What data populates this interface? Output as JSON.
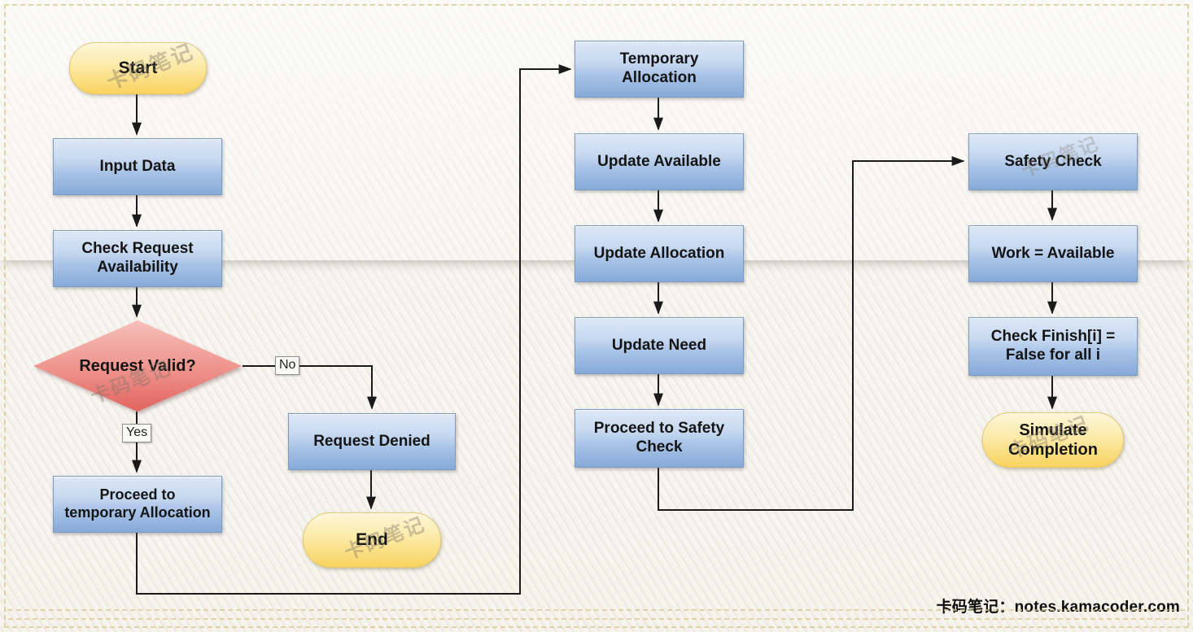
{
  "nodes": {
    "start": {
      "label": "Start",
      "type": "terminal"
    },
    "input_data": {
      "label": "Input Data",
      "type": "process"
    },
    "check_request": {
      "label": "Check Request\nAvailability",
      "type": "process"
    },
    "request_valid": {
      "label": "Request Valid?",
      "type": "decision"
    },
    "request_denied": {
      "label": "Request Denied",
      "type": "process"
    },
    "end": {
      "label": "End",
      "type": "terminal"
    },
    "proceed_temp": {
      "label": "Proceed to\ntemporary Allocation",
      "type": "process"
    },
    "temp_alloc": {
      "label": "Temporary\nAllocation",
      "type": "process"
    },
    "update_available": {
      "label": "Update Available",
      "type": "process"
    },
    "update_allocation": {
      "label": "Update Allocation",
      "type": "process"
    },
    "update_need": {
      "label": "Update Need",
      "type": "process"
    },
    "proceed_safety": {
      "label": "Proceed to Safety\nCheck",
      "type": "process"
    },
    "safety_check": {
      "label": "Safety Check",
      "type": "process"
    },
    "work_available": {
      "label": "Work = Available",
      "type": "process"
    },
    "check_finish": {
      "label": "Check Finish[i] =\nFalse for all i",
      "type": "process"
    },
    "simulate_completion": {
      "label": "Simulate\nCompletion",
      "type": "terminal"
    }
  },
  "edge_labels": {
    "yes": "Yes",
    "no": "No"
  },
  "watermark": {
    "text": "卡码笔记"
  },
  "footer": {
    "text": "卡码笔记：notes.kamacoder.com"
  },
  "colors": {
    "background": "#f1efe9",
    "frame_dash": "#d9c78e",
    "process_fill_top": "#dde8f7",
    "process_fill_bottom": "#86aad9",
    "process_border": "#7d9ac0",
    "terminal_fill_top": "#fdf6d9",
    "terminal_fill_bottom": "#f9d35e",
    "decision_fill_top": "#f6bfba",
    "decision_fill_bottom": "#e2635e",
    "connector": "#1a1a1a",
    "text": "#141414"
  }
}
